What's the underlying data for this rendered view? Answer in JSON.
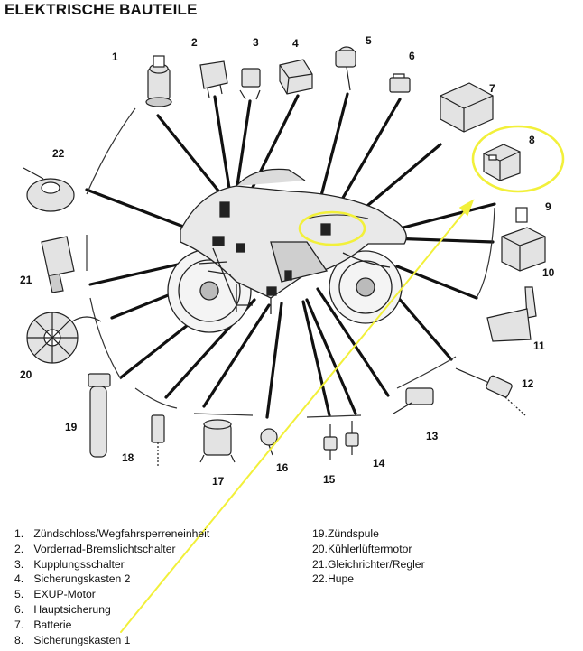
{
  "title": "ELEKTRISCHE BAUTEILE",
  "callouts": [
    "1",
    "2",
    "3",
    "4",
    "5",
    "6",
    "7",
    "8",
    "9",
    "10",
    "11",
    "12",
    "13",
    "14",
    "15",
    "16",
    "17",
    "18",
    "19",
    "20",
    "21",
    "22"
  ],
  "legend_left": [
    {
      "n": "1.",
      "label": "Zündschloss/Wegfahrsperreneinheit"
    },
    {
      "n": "2.",
      "label": "Vorderrad-Bremslichtschalter"
    },
    {
      "n": "3.",
      "label": "Kupplungsschalter"
    },
    {
      "n": "4.",
      "label": "Sicherungskasten 2"
    },
    {
      "n": "5.",
      "label": "EXUP-Motor"
    },
    {
      "n": "6.",
      "label": "Hauptsicherung"
    },
    {
      "n": "7.",
      "label": "Batterie"
    },
    {
      "n": "8.",
      "label": "Sicherungskasten 1"
    }
  ],
  "legend_right": [
    {
      "n": "19.",
      "label": "Zündspule"
    },
    {
      "n": "20.",
      "label": "Kühlerlüftermotor"
    },
    {
      "n": "21.",
      "label": "Gleichrichter/Regler"
    },
    {
      "n": "22.",
      "label": "Hupe"
    }
  ],
  "colors": {
    "highlight": "#f2f03a",
    "lines": "#111111",
    "part_fill": "#e3e3e3"
  }
}
